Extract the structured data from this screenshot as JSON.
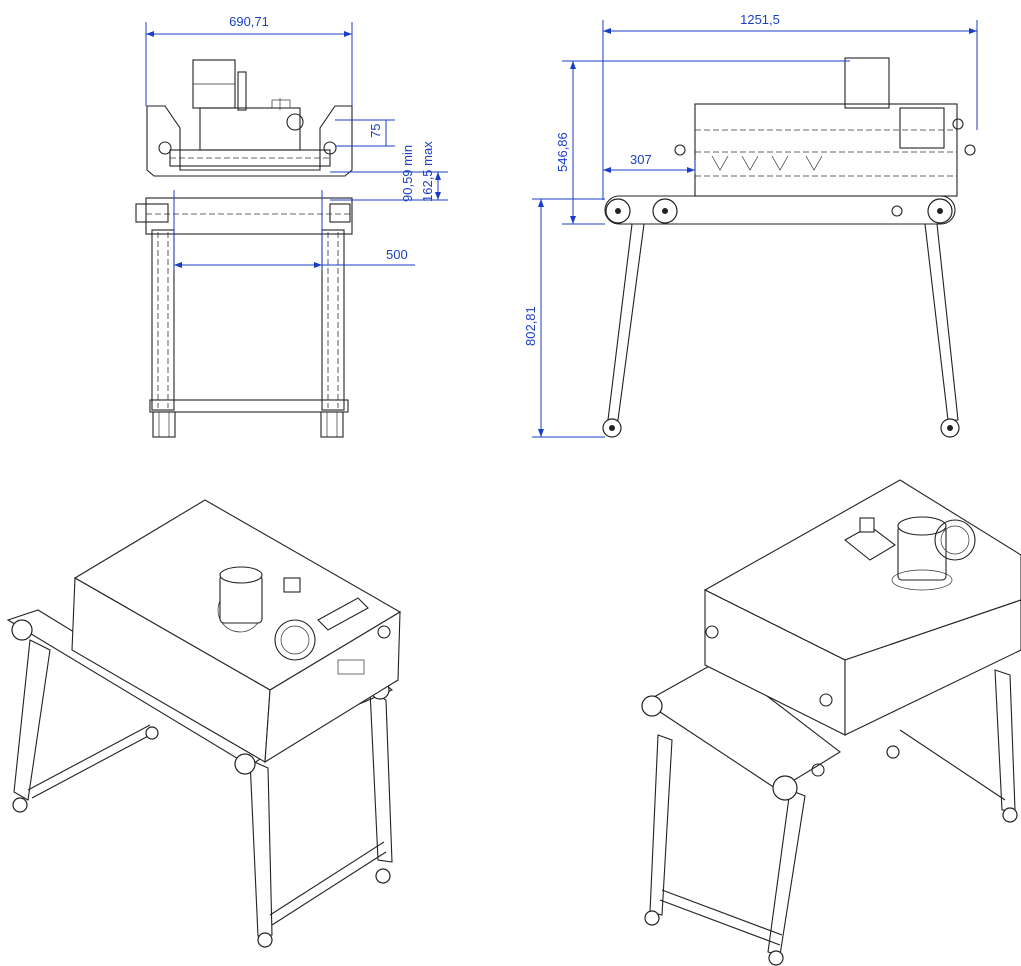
{
  "front_view": {
    "dims": {
      "overall_width": "690,71",
      "top_offset": "75",
      "gap_min": "90,59 min",
      "gap_max": "162,5  max",
      "belt_width": "500"
    }
  },
  "side_view": {
    "dims": {
      "overall_length": "1251,5",
      "tunnel_height": "546,86",
      "infeed_length": "307",
      "working_height": "802,81"
    }
  },
  "colors": {
    "dimension": "#1a3fc4",
    "ink": "#222222"
  }
}
